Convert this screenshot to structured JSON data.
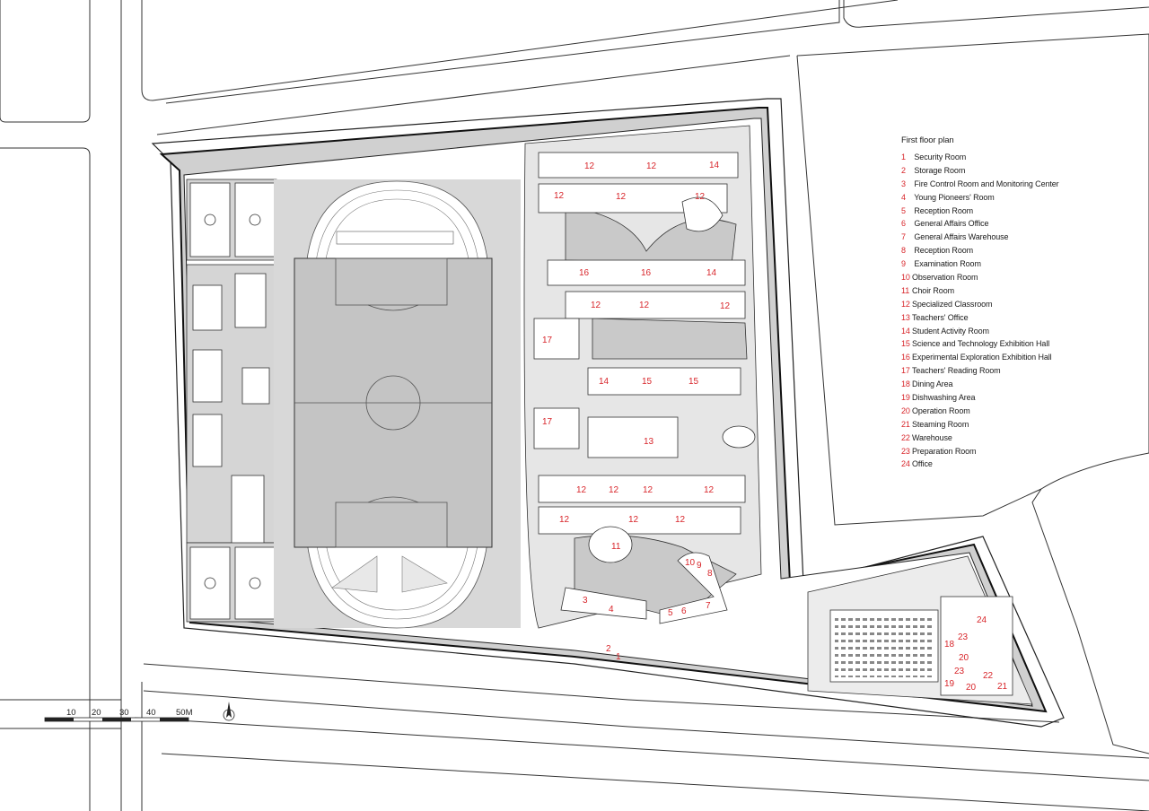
{
  "title": "First floor plan",
  "legend": [
    {
      "num": "1",
      "name": "Security Room"
    },
    {
      "num": "2",
      "name": "Storage Room"
    },
    {
      "num": "3",
      "name": "Fire Control Room and Monitoring Center"
    },
    {
      "num": "4",
      "name": "Young Pioneers' Room"
    },
    {
      "num": "5",
      "name": "Reception Room"
    },
    {
      "num": "6",
      "name": "General Affairs Office"
    },
    {
      "num": "7",
      "name": "General Affairs Warehouse"
    },
    {
      "num": "8",
      "name": "Reception Room"
    },
    {
      "num": "9",
      "name": "Examination Room"
    },
    {
      "num": "10",
      "name": "Observation Room"
    },
    {
      "num": "11",
      "name": "Choir Room"
    },
    {
      "num": "12",
      "name": "Specialized Classroom"
    },
    {
      "num": "13",
      "name": "Teachers' Office"
    },
    {
      "num": "14",
      "name": "Student Activity Room"
    },
    {
      "num": "15",
      "name": "Science and Technology Exhibition Hall"
    },
    {
      "num": "16",
      "name": "Experimental Exploration Exhibition Hall"
    },
    {
      "num": "17",
      "name": "Teachers' Reading Room"
    },
    {
      "num": "18",
      "name": "Dining Area"
    },
    {
      "num": "19",
      "name": "Dishwashing Area"
    },
    {
      "num": "20",
      "name": "Operation Room"
    },
    {
      "num": "21",
      "name": "Steaming Room"
    },
    {
      "num": "22",
      "name": "Warehouse"
    },
    {
      "num": "23",
      "name": "Preparation Room"
    },
    {
      "num": "24",
      "name": "Office"
    }
  ],
  "scale_bar": {
    "ticks": [
      "10",
      "20",
      "30",
      "40",
      "50M"
    ]
  },
  "colors": {
    "room_number": "#d8262b",
    "fill_gray": "#c8c8c8",
    "line": "#222222"
  },
  "room_labels": [
    {
      "num": "12"
    },
    {
      "num": "12"
    },
    {
      "num": "14"
    },
    {
      "num": "12"
    },
    {
      "num": "12"
    },
    {
      "num": "12"
    },
    {
      "num": "16"
    },
    {
      "num": "16"
    },
    {
      "num": "14"
    },
    {
      "num": "12"
    },
    {
      "num": "12"
    },
    {
      "num": "12"
    },
    {
      "num": "17"
    },
    {
      "num": "14"
    },
    {
      "num": "15"
    },
    {
      "num": "15"
    },
    {
      "num": "17"
    },
    {
      "num": "13"
    },
    {
      "num": "12"
    },
    {
      "num": "12"
    },
    {
      "num": "12"
    },
    {
      "num": "12"
    },
    {
      "num": "12"
    },
    {
      "num": "12"
    },
    {
      "num": "12"
    },
    {
      "num": "11"
    },
    {
      "num": "10"
    },
    {
      "num": "9"
    },
    {
      "num": "8"
    },
    {
      "num": "3"
    },
    {
      "num": "4"
    },
    {
      "num": "5"
    },
    {
      "num": "6"
    },
    {
      "num": "7"
    },
    {
      "num": "2"
    },
    {
      "num": "1"
    },
    {
      "num": "24"
    },
    {
      "num": "18"
    },
    {
      "num": "23"
    },
    {
      "num": "20"
    },
    {
      "num": "23"
    },
    {
      "num": "22"
    },
    {
      "num": "19"
    },
    {
      "num": "20"
    },
    {
      "num": "21"
    }
  ]
}
